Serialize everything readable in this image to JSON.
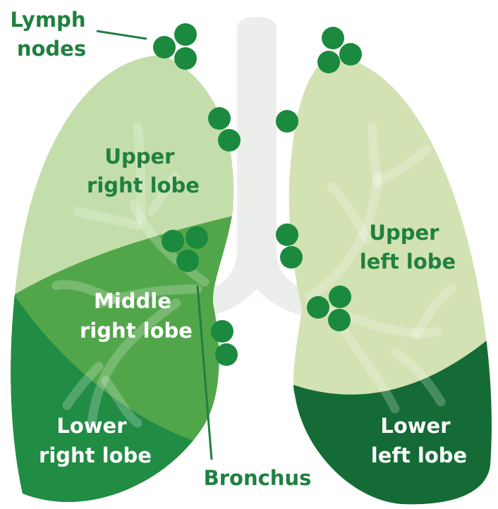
{
  "labels": {
    "lymph_nodes_line1": "Lymph",
    "lymph_nodes_line2": "nodes",
    "upper_right_line1": "Upper",
    "upper_right_line2": "right lobe",
    "middle_right_line1": "Middle",
    "middle_right_line2": "right lobe",
    "lower_right_line1": "Lower",
    "lower_right_line2": "right lobe",
    "upper_left_line1": "Upper",
    "upper_left_line2": "left lobe",
    "lower_left_line1": "Lower",
    "lower_left_line2": "left lobe",
    "bronchus": "Bronchus"
  },
  "colors": {
    "upper_right_lobe": "#c3deaa",
    "middle_right_lobe": "#52a64a",
    "lower_right_lobe": "#218c44",
    "upper_left_lobe": "#d3e2b2",
    "lower_left_lobe": "#146b35",
    "trachea": "#ebeeea",
    "lymph_node": "#1b8a3e",
    "label_dark": "#1f8040"
  }
}
